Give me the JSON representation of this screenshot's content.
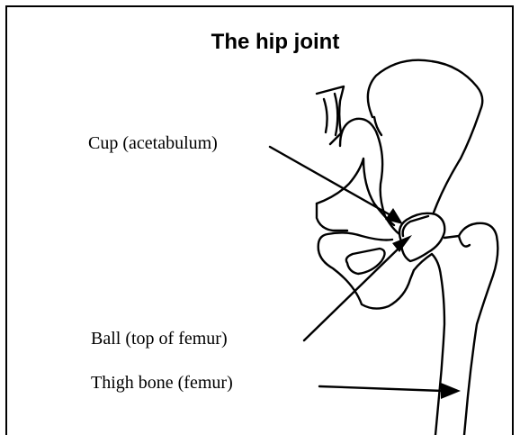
{
  "diagram": {
    "title": "The hip joint",
    "labels": {
      "cup": "Cup (acetabulum)",
      "ball": "Ball (top of femur)",
      "thigh": "Thigh bone (femur)"
    }
  }
}
